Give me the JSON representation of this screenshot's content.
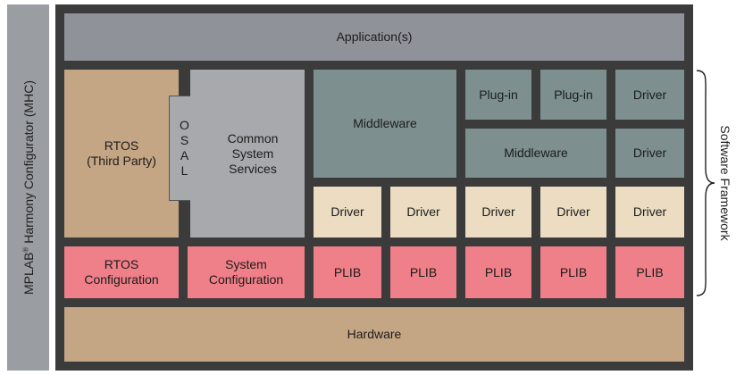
{
  "side_labels": {
    "configurator_name": "MPLAB",
    "configurator_mark": "®",
    "configurator_rest": " Harmony Configurator (MHC)",
    "framework": "Software Framework"
  },
  "layers": {
    "application": "Application(s)",
    "rtos": "RTOS\n(Third Party)",
    "osal_letters": [
      "O",
      "S",
      "A",
      "L"
    ],
    "common_system_services": "Common\nSystem\nServices",
    "middleware_large": "Middleware",
    "plugin_1": "Plug-in",
    "plugin_2": "Plug-in",
    "driver_top": "Driver",
    "middleware_small": "Middleware",
    "driver_mid": "Driver",
    "drivers_row": [
      "Driver",
      "Driver",
      "Driver",
      "Driver",
      "Driver"
    ],
    "rtos_configuration": "RTOS\nConfiguration",
    "system_configuration": "System\nConfiguration",
    "plibs": [
      "PLIB",
      "PLIB",
      "PLIB",
      "PLIB",
      "PLIB"
    ],
    "hardware": "Hardware"
  },
  "colors": {
    "frame": "#3b3b3b",
    "application": "#8f9299",
    "rtos": "#c4a584",
    "services": "#a7a9ac",
    "middleware": "#7d8f8f",
    "driver": "#ebdcc2",
    "configuration": "#ef7f88",
    "hardware": "#c4a584"
  }
}
